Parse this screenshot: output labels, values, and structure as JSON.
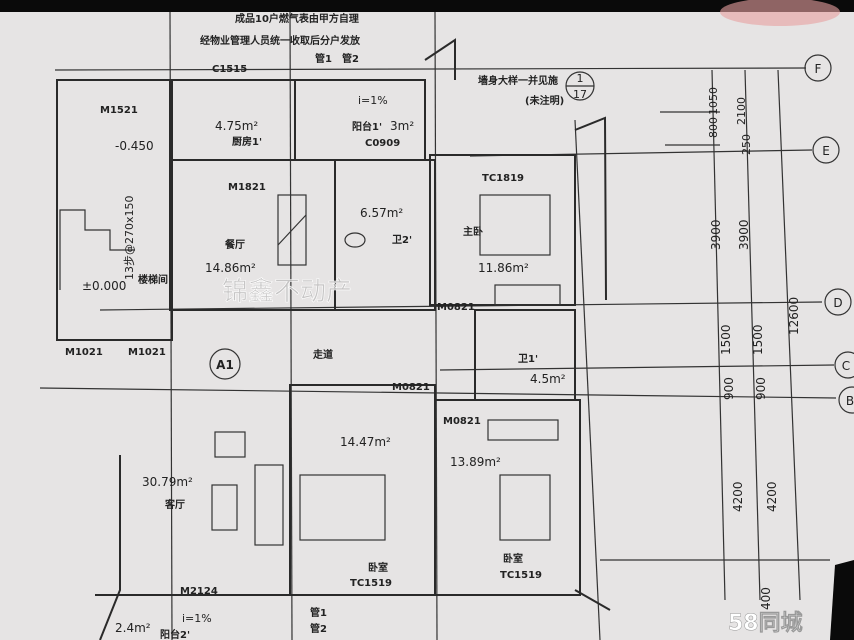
{
  "notes": {
    "gas_note_1": "成品10户燃气表由甲方自理",
    "gas_note_2": "经物业管理人员统一收取后分户发放",
    "pipe_1": "管1",
    "pipe_2": "管2",
    "wall_detail": "墙身大样一并见施",
    "wall_detail_sub": "(未注明)",
    "detail_ref_top": "1",
    "detail_ref_bottom": "17"
  },
  "axes": {
    "F": "F",
    "E": "E",
    "D": "D",
    "C": "C",
    "B": "B",
    "unit_tag": "A1"
  },
  "rooms": {
    "kitchen": {
      "area": "4.75m²",
      "name": "厨房1'"
    },
    "balcony1": {
      "area": "3m²",
      "name": "阳台1'",
      "slope": "i=1%"
    },
    "bath2": {
      "area": "6.57m²",
      "name": "卫2'"
    },
    "dining": {
      "area": "14.86m²",
      "name": "餐厅"
    },
    "stair": {
      "name": "楼梯间",
      "level": "±0.000",
      "steps": "13步@270x150"
    },
    "entry_level": "-0.450",
    "master": {
      "area": "11.86m²",
      "name": "主卧"
    },
    "corridor": {
      "name": "走道"
    },
    "bath1": {
      "area": "4.5m²",
      "name": "卫1'"
    },
    "bedroom_a": {
      "area": "14.47m²",
      "name": "卧室"
    },
    "bedroom_b": {
      "area": "13.89m²",
      "name": "卧室"
    },
    "living": {
      "area": "30.79m²",
      "name": "客厅"
    },
    "balcony2": {
      "area": "2.4m²",
      "name": "阳台2'",
      "slope": "i=1%"
    }
  },
  "openings": {
    "c1515": "C1515",
    "m1521": "M1521",
    "c0909": "C0909",
    "m1821": "M1821",
    "tc1819": "TC1819",
    "m1021a": "M1021",
    "m1021b": "M1021",
    "m0821a": "M0821",
    "m0821b": "M0821",
    "m0821c": "M0821",
    "tc1519a": "TC1519",
    "tc1519b": "TC1519",
    "m2124": "M2124"
  },
  "dimensions": {
    "d1050": "1050",
    "d800": "800",
    "d2100": "2100",
    "d250": "250",
    "d3900a": "3900",
    "d3900b": "3900",
    "d1500a": "1500",
    "d1500b": "1500",
    "d12600": "12600",
    "d900a": "900",
    "d900b": "900",
    "d4200a": "4200",
    "d4200b": "4200",
    "d400": "400"
  },
  "watermark": "锦鑫不动产",
  "logo": "58同城"
}
